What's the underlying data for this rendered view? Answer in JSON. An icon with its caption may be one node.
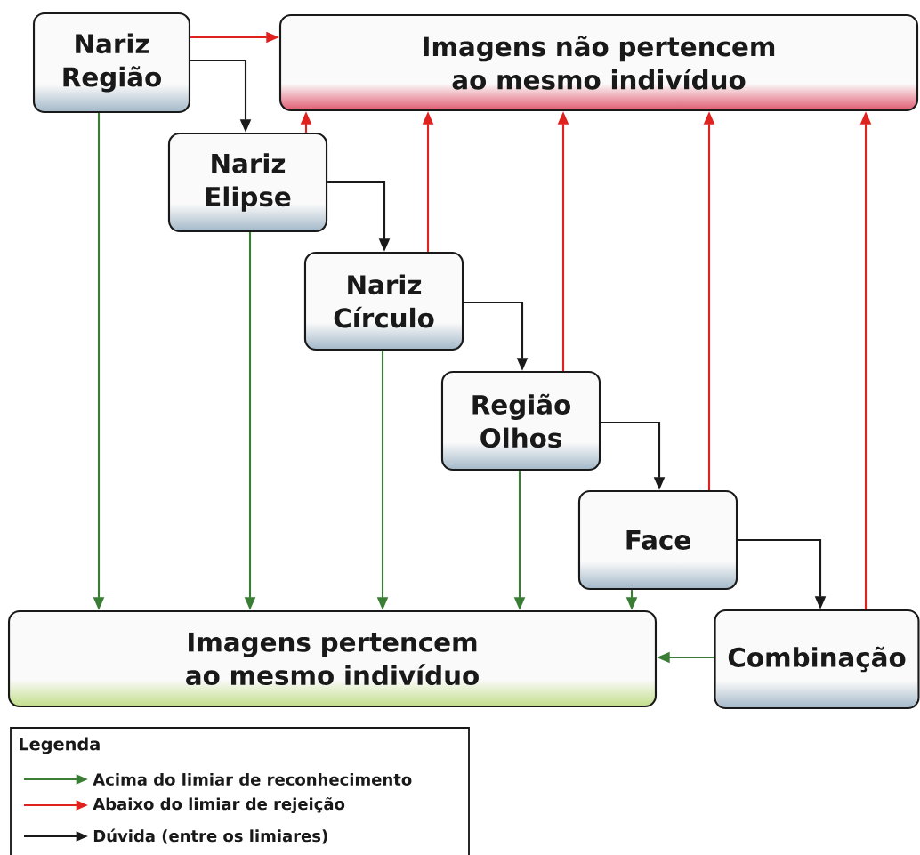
{
  "diagram": {
    "nodes": [
      {
        "text": [
          "Nariz Região"
        ]
      },
      {
        "text": [
          "Imagens não pertencem ao mesmo indivíduo"
        ]
      },
      {
        "text": [
          "Nariz Elipse"
        ]
      },
      {
        "text": [
          "Nariz Círculo"
        ]
      },
      {
        "text": [
          "Região Olhos"
        ]
      },
      {
        "text": [
          "Face"
        ]
      },
      {
        "text": [
          "Imagens pertencem ao mesmo indivíduo"
        ]
      },
      {
        "text": [
          "Combinação"
        ]
      }
    ],
    "edges": [
      {
        "from": 0,
        "to": 1,
        "arrow": "to",
        "color": "#e0221f"
      },
      {
        "from": 0,
        "to": 2,
        "arrow": "to",
        "color": "#1a1a1a"
      },
      {
        "from": 0,
        "to": 6,
        "arrow": "to",
        "color": "#3a7d34"
      },
      {
        "from": 2,
        "to": 1,
        "arrow": "to",
        "color": "#e0221f"
      },
      {
        "from": 2,
        "to": 3,
        "arrow": "to",
        "color": "#1a1a1a"
      },
      {
        "from": 2,
        "to": 6,
        "arrow": "to",
        "color": "#3a7d34"
      },
      {
        "from": 3,
        "to": 1,
        "arrow": "to",
        "color": "#e0221f"
      },
      {
        "from": 3,
        "to": 4,
        "arrow": "to",
        "color": "#1a1a1a"
      },
      {
        "from": 3,
        "to": 6,
        "arrow": "to",
        "color": "#3a7d34"
      },
      {
        "from": 4,
        "to": 1,
        "arrow": "to",
        "color": "#e0221f"
      },
      {
        "from": 4,
        "to": 5,
        "arrow": "to",
        "color": "#1a1a1a"
      },
      {
        "from": 4,
        "to": 6,
        "arrow": "to",
        "color": "#3a7d34"
      },
      {
        "from": 5,
        "to": 1,
        "arrow": "to",
        "color": "#e0221f"
      },
      {
        "from": 5,
        "to": 7,
        "arrow": "to",
        "color": "#1a1a1a"
      },
      {
        "from": 5,
        "to": 6,
        "arrow": "to",
        "color": "#3a7d34"
      },
      {
        "from": 7,
        "to": 1,
        "arrow": "to",
        "color": "#e0221f"
      },
      {
        "from": 7,
        "to": 6,
        "arrow": "to",
        "color": "#3a7d34"
      }
    ],
    "labels": [
      "Legenda"
    ],
    "legend": [
      {
        "text": "Acima do limiar de reconhecimento"
      },
      {
        "text": "Abaixo do limiar de rejeição"
      },
      {
        "text": "Dúvida (entre os limiares)"
      }
    ]
  }
}
